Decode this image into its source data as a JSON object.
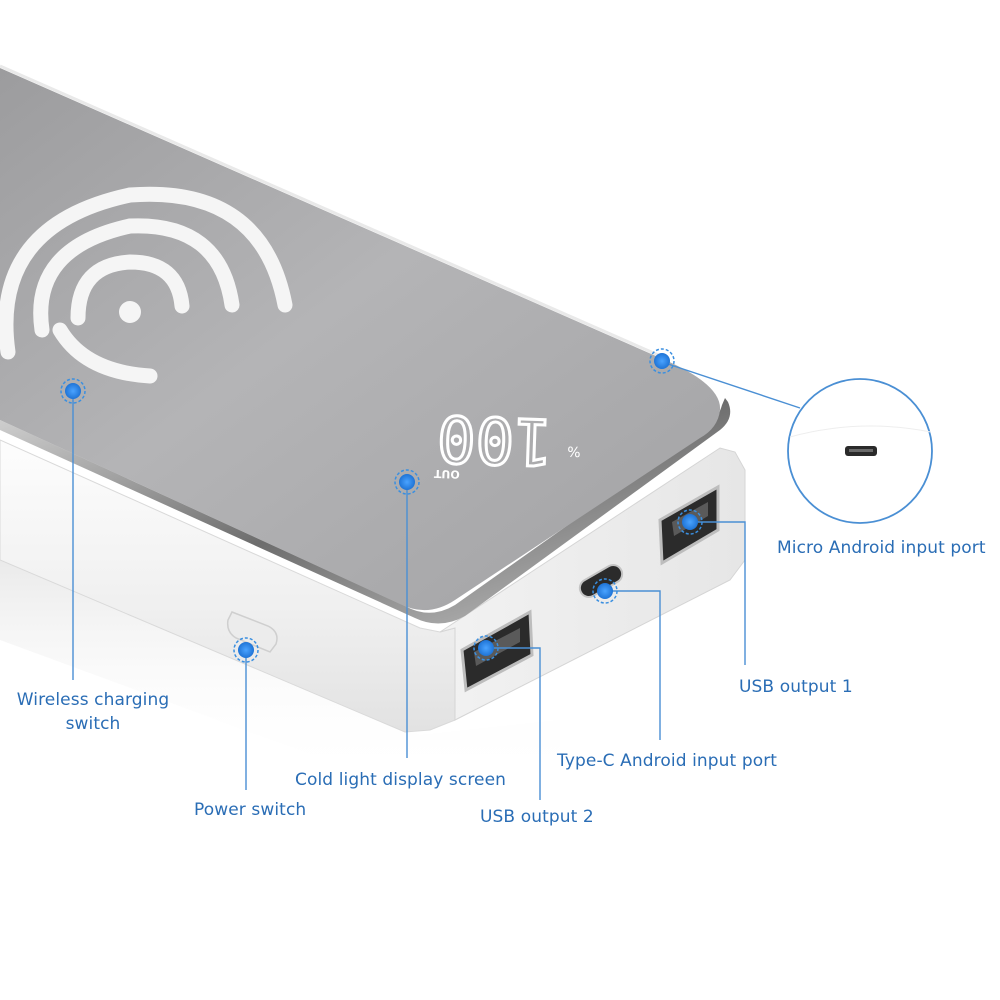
{
  "product": {
    "display_percent": "100",
    "percent_sign": "%",
    "display_mode": "OUT"
  },
  "callouts": {
    "wireless_charging_switch_line1": "Wireless charging",
    "wireless_charging_switch_line2": "switch",
    "power_switch": "Power switch",
    "cold_light_display_screen": "Cold light display screen",
    "usb_output_2": "USB output 2",
    "type_c_android_input_port": "Type-C Android input port",
    "usb_output_1": "USB output 1",
    "micro_android_input_port": "Micro Android input port"
  },
  "colors": {
    "callout_text": "#2a6db5",
    "callout_line": "#4a8fd4",
    "marker": "#3a8fe0",
    "mirror_surface": "#a9a9ab",
    "body_white": "#f4f4f4"
  }
}
